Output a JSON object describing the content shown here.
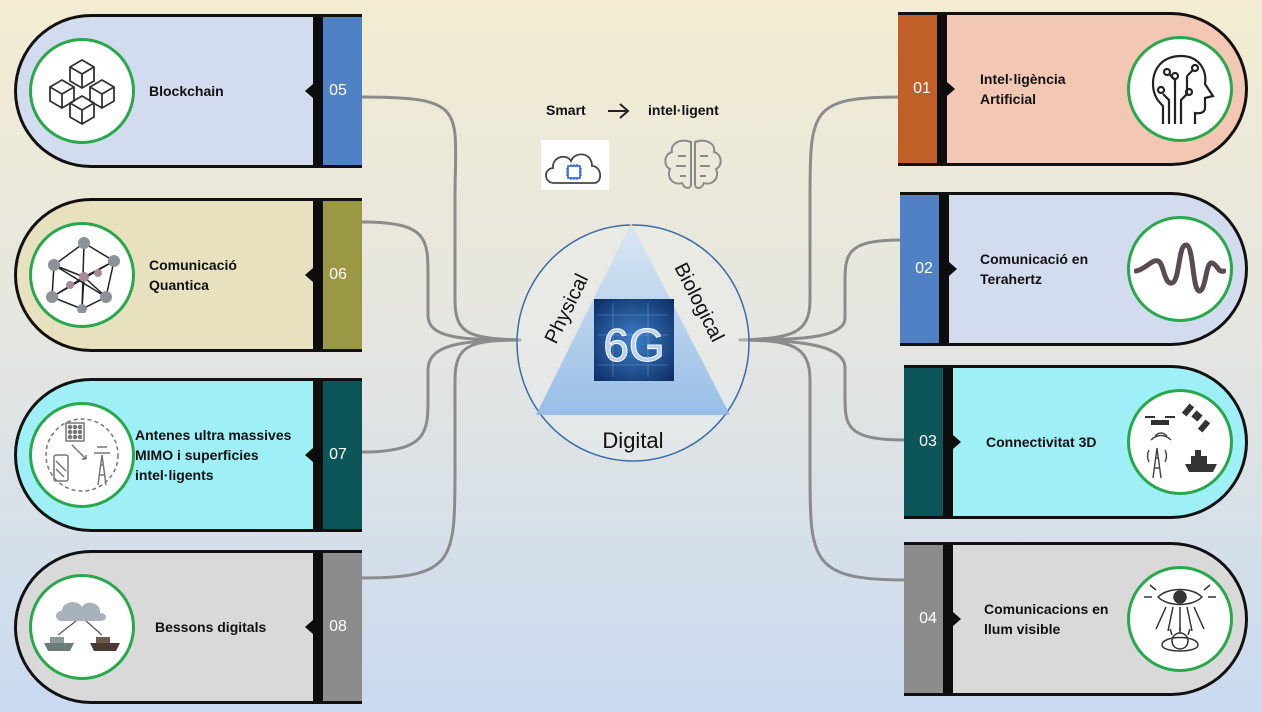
{
  "hub": {
    "tile_text": "6G",
    "side_left": "Physical",
    "side_right": "Biological",
    "side_bottom": "Digital"
  },
  "top": {
    "from": "Smart",
    "to": "intel·ligent",
    "icons": [
      "arrow-right-icon",
      "cloud-chip-icon",
      "brain-icon"
    ]
  },
  "items": [
    {
      "num": "05",
      "label": "Blockchain",
      "side": "left",
      "color": "#4f81c4",
      "bg": "#d3dcee",
      "icon": "blockchain-cubes-icon"
    },
    {
      "num": "06",
      "label": "Comunicació Quantica",
      "side": "left",
      "color": "#9a9745",
      "bg": "#e7e1c0",
      "icon": "quantum-network-icon"
    },
    {
      "num": "07",
      "label": "Antenes ultra massives MIMO i superficies intel·ligents",
      "side": "left",
      "color": "#0b5458",
      "bg": "#9feff7",
      "icon": "antenna-mimo-icon"
    },
    {
      "num": "08",
      "label": "Bessons digitals",
      "side": "left",
      "color": "#8c8c8c",
      "bg": "#d9d9d9",
      "icon": "digital-twin-ships-icon"
    },
    {
      "num": "01",
      "label": "Intel·ligència Artificial",
      "side": "right",
      "color": "#c06028",
      "bg": "#f2c7b3",
      "icon": "ai-head-icon"
    },
    {
      "num": "02",
      "label": "Comunicació en Terahertz",
      "side": "right",
      "color": "#4f81c4",
      "bg": "#d3dcee",
      "icon": "terahertz-wave-icon"
    },
    {
      "num": "03",
      "label": "Connectivitat 3D",
      "side": "right",
      "color": "#0b5458",
      "bg": "#9feff7",
      "icon": "connectivity-3d-icon"
    },
    {
      "num": "04",
      "label": "Comunicacions en llum visible",
      "side": "right",
      "color": "#8c8c8c",
      "bg": "#d9d9d9",
      "icon": "visible-light-eye-icon"
    }
  ]
}
